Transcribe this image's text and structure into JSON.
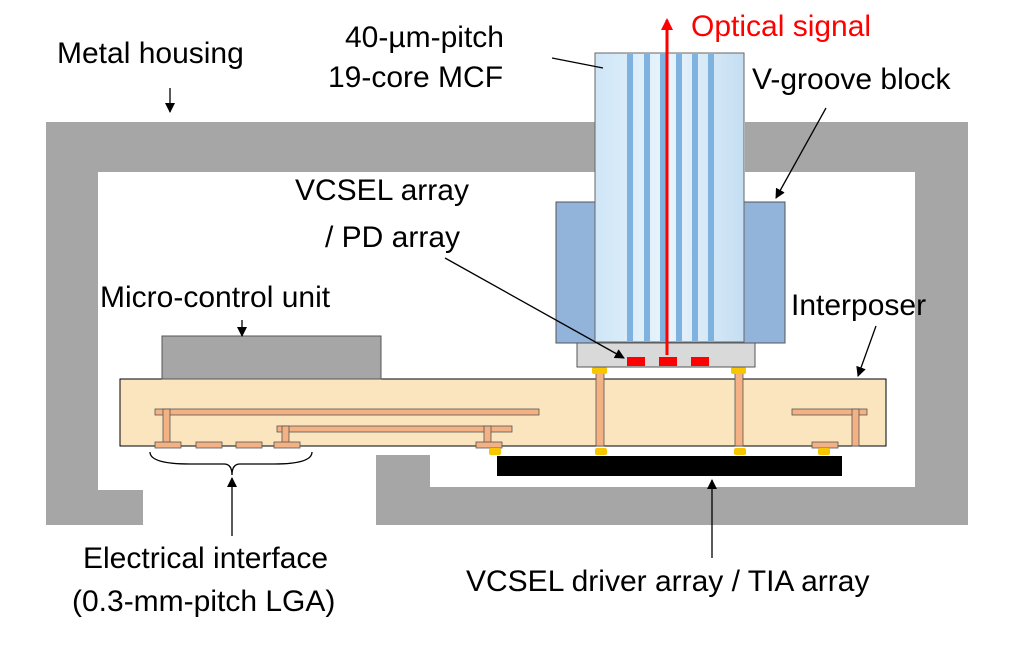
{
  "labels": {
    "metal_housing": "Metal housing",
    "mcf_line1": "40-µm-pitch",
    "mcf_line2": "19-core MCF",
    "optical_signal": "Optical signal",
    "v_groove_block": "V-groove block",
    "vcsel_line1": "VCSEL array",
    "vcsel_line2": "/ PD array",
    "micro_control_unit": "Micro-control unit",
    "interposer": "Interposer",
    "electrical_line1": "Electrical interface",
    "electrical_line2": "(0.3-mm-pitch LGA)",
    "driver_array": "VCSEL driver array / TIA array"
  },
  "colors": {
    "housing": "#a6a6a6",
    "fiber": "#dbeefb",
    "fiber_core": "#7fb2de",
    "v_groove": "#93b4da",
    "interposer": "#fbe5bf",
    "copper": "#f4b183",
    "solder": "#f7c600",
    "optical_signal": "#ff0000",
    "mcu": "#a6a6a6",
    "driver": "#000000",
    "vcsel": "#ff0000"
  }
}
